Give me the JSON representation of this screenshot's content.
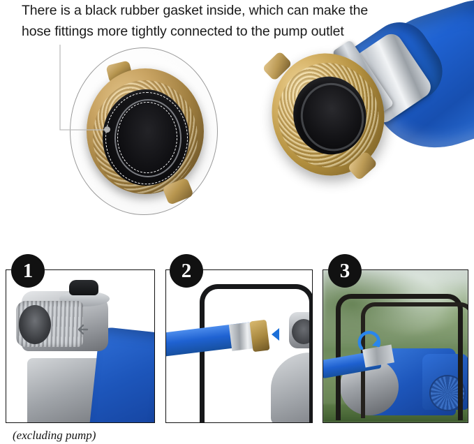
{
  "header": {
    "text": "There is a black rubber gasket inside,  which can make the\nhose fittings more tightly connected to the pump outlet"
  },
  "callout": {
    "name": "gasket-magnifier-callout",
    "annotated_part": "black rubber gasket"
  },
  "hero": {
    "name": "brass-hose-coupling-with-blue-hose"
  },
  "steps": [
    {
      "number": "1",
      "name": "step-remove-or-locate-pump-outlet",
      "scene": "aluminum pump outlet port with threaded male connection and blue fuel tank"
    },
    {
      "number": "2",
      "name": "step-align-hose-fitting-to-outlet",
      "scene": "blue lay-flat hose with brass fitting aligned toward pump outlet, arrow indicating push direction"
    },
    {
      "number": "3",
      "name": "step-tighten-connection",
      "scene": "pump installed outdoors on grass with hose connected, curved arrow indicating tightening"
    }
  ],
  "footnote": {
    "text": "(excluding pump)"
  },
  "colors": {
    "hose_blue": "#1f62d2",
    "brass": "#c9a463",
    "badge_black": "#111111",
    "arrow_blue": "#1c6fd8",
    "panel_border": "#111111",
    "callout_ring": "#9a9a9a",
    "gasket_dash": "#ffffff"
  }
}
